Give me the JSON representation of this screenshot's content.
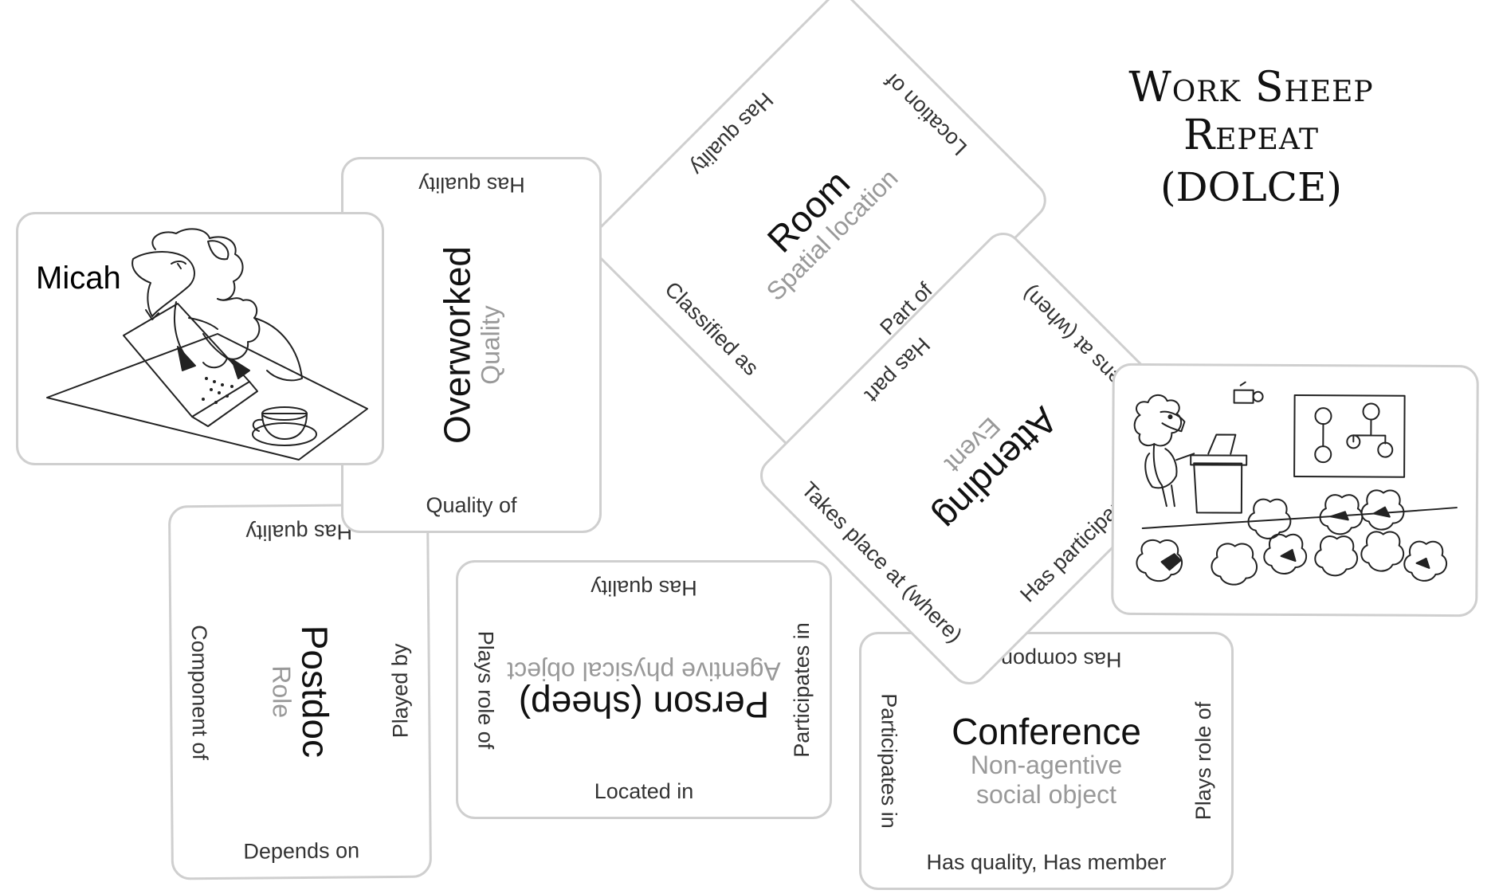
{
  "title": {
    "line1": "Work Sheep Repeat",
    "line2": "(DOLCE)"
  },
  "micah_card": {
    "label": "Micah",
    "art_icon": "sheep-at-laptop-icon"
  },
  "overworked_card": {
    "title": "Overworked",
    "type": "Quality",
    "top": "Has quality",
    "bottom": "Quality of"
  },
  "room_card": {
    "title": "Room",
    "type": "Spatial location",
    "top": "Has quality",
    "bottom": "Part of",
    "left": "Classified as",
    "right": "Location of"
  },
  "attending_card": {
    "title": "Attending",
    "type": "Event",
    "top": "Has participant",
    "bottom": "Has part",
    "left": "Happens at (when)",
    "right": "Takes place at (where)"
  },
  "conference_art_card": {
    "art_icon": "sheep-conference-talk-icon"
  },
  "postdoc_card": {
    "title": "Postdoc",
    "type": "Role",
    "top": "Has quality",
    "bottom": "Depends on",
    "left": "Component of",
    "right": "Played by"
  },
  "person_card": {
    "title": "Person (sheep)",
    "type": "Agentive physical object",
    "top": "Has quality",
    "bottom": "Located in",
    "left": "Plays role of",
    "right": "Participates in"
  },
  "conference_card": {
    "title": "Conference",
    "type_line1": "Non-agentive",
    "type_line2": "social object",
    "top": "Has component",
    "bottom": "Has quality, Has member",
    "left": "Participates in",
    "right": "Plays role of"
  }
}
